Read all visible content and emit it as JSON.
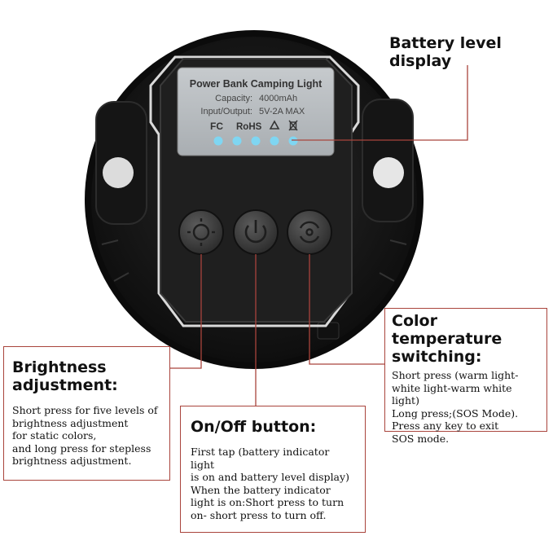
{
  "device": {
    "screen_title": "Power Bank Camping Light",
    "capacity_label": "Capacity:",
    "capacity_value": "4000mAh",
    "io_label": "Input/Output:",
    "io_value": "5V-2A MAX",
    "cert_fc": "FC",
    "cert_rohs": "RoHS",
    "battery_level_leds": 5,
    "led_color": "#7fd6f2",
    "screen_color": "#b9bec2",
    "body_color": "#1b1b1b",
    "accent_color": "#a9443c"
  },
  "callouts": {
    "battery": {
      "title": "Battery level display"
    },
    "color_temp": {
      "title_line1": "Color temperature",
      "title_line2": "switching:",
      "lines": [
        "Short press (warm light-",
        "white light-warm white light)",
        "Long press;(SOS Mode).",
        "Press any key to exit",
        "SOS mode."
      ]
    },
    "brightness": {
      "title_line1": "Brightness",
      "title_line2": "adjustment:",
      "lines": [
        "Short press for five levels of",
        "brightness adjustment",
        "for static colors,",
        "and long press for stepless",
        "brightness adjustment."
      ]
    },
    "onoff": {
      "title": "On/Off button:",
      "lines": [
        "First tap (battery indicator light",
        "is on and battery level display)",
        "When the battery indicator",
        "light is on:Short press to turn",
        "on- short press to turn off."
      ]
    }
  }
}
